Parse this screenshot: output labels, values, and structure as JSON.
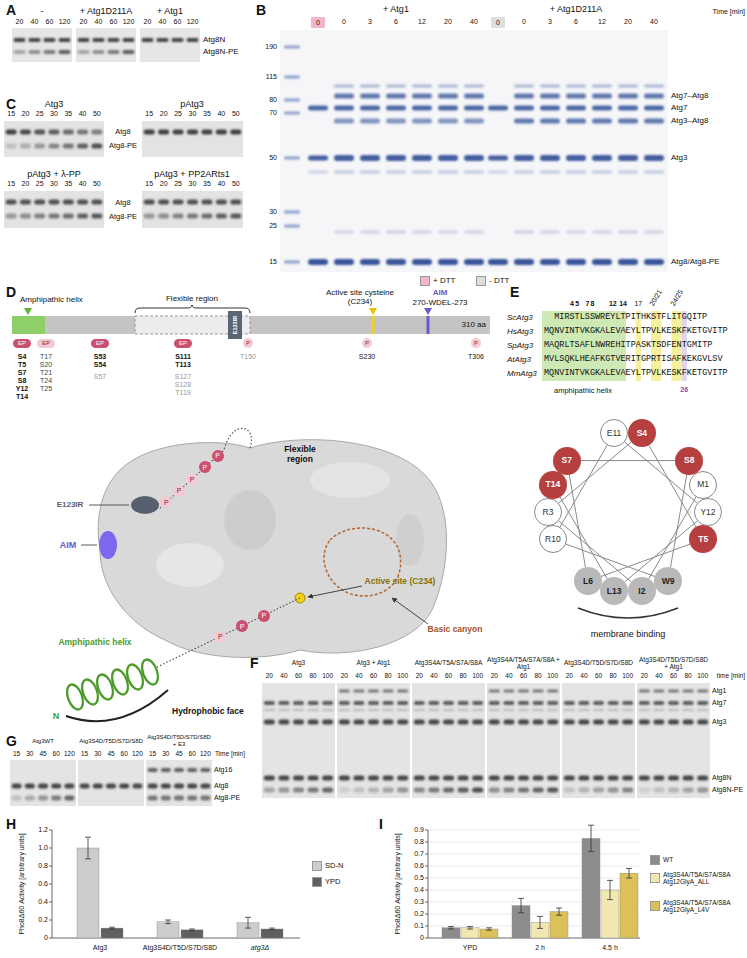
{
  "diagram": {
    "nodes": [
      {
        "text": [
          "0"
        ]
      },
      {
        "text": [
          "0"
        ]
      },
      {
        "text": [
          "EP"
        ]
      },
      {
        "text": [
          "EP"
        ]
      },
      {
        "text": [
          "EP"
        ]
      },
      {
        "text": [
          "EP"
        ]
      },
      {
        "text": [
          "P"
        ]
      },
      {
        "text": [
          "P"
        ]
      },
      {
        "text": [
          "P"
        ]
      },
      {
        "text": [
          "P"
        ]
      },
      {
        "text": [
          "P"
        ]
      },
      {
        "text": [
          "P"
        ]
      },
      {
        "text": [
          "P"
        ]
      },
      {
        "text": [
          "P"
        ]
      },
      {
        "text": [
          "P"
        ]
      },
      {
        "text": [
          "P"
        ]
      },
      {
        "text": [
          "P"
        ]
      },
      {
        "text": [
          "M1"
        ]
      },
      {
        "text": [
          "I2"
        ]
      },
      {
        "text": [
          "R3"
        ]
      },
      {
        "text": [
          "S4"
        ]
      },
      {
        "text": [
          "T5"
        ]
      },
      {
        "text": [
          "L6"
        ]
      },
      {
        "text": [
          "S7"
        ]
      },
      {
        "text": [
          "S8"
        ]
      },
      {
        "text": [
          "W9"
        ]
      },
      {
        "text": [
          "R10"
        ]
      },
      {
        "text": [
          "E11"
        ]
      },
      {
        "text": [
          "Y12"
        ]
      },
      {
        "text": [
          "L13"
        ]
      },
      {
        "text": [
          "T14"
        ]
      }
    ],
    "edges": [
      {
        "from": 17,
        "to": 18,
        "arrow": "none"
      },
      {
        "from": 18,
        "to": 19,
        "arrow": "none"
      },
      {
        "from": 19,
        "to": 20,
        "arrow": "none"
      },
      {
        "from": 20,
        "to": 21,
        "arrow": "none"
      },
      {
        "from": 21,
        "to": 22,
        "arrow": "none"
      },
      {
        "from": 22,
        "to": 23,
        "arrow": "none"
      },
      {
        "from": 23,
        "to": 24,
        "arrow": "none"
      },
      {
        "from": 24,
        "to": 25,
        "arrow": "none"
      },
      {
        "from": 25,
        "to": 26,
        "arrow": "none"
      },
      {
        "from": 26,
        "to": 27,
        "arrow": "none"
      },
      {
        "from": 27,
        "to": 28,
        "arrow": "none"
      },
      {
        "from": 28,
        "to": 29,
        "arrow": "none"
      },
      {
        "from": 29,
        "to": 30,
        "arrow": "none"
      }
    ],
    "labels": [
      "A",
      "-",
      "+ Atg1D211A",
      "+ Atg1",
      "20",
      "40",
      "60",
      "120",
      "20",
      "40",
      "60",
      "120",
      "20",
      "40",
      "60",
      "120",
      "Atg8N",
      "Atg8N-PE",
      "B",
      "+ Atg1",
      "+ Atg1D211A",
      "Time [min]",
      "0",
      "3",
      "6",
      "12",
      "20",
      "40",
      "0",
      "3",
      "6",
      "12",
      "20",
      "40",
      "190",
      "115",
      "80",
      "70",
      "50",
      "30",
      "25",
      "15",
      "Atg7–Atg8",
      "Atg7",
      "Atg3–Atg8",
      "Atg3",
      "Atg8/Atg8-PE",
      "C",
      "Atg3",
      "pAtg3",
      "15",
      "20",
      "25",
      "30",
      "35",
      "40",
      "50",
      "15",
      "20",
      "25",
      "30",
      "35",
      "40",
      "50",
      "Atg8",
      "Atg8-PE",
      "pAtg3 + λ-PP",
      "pAtg3 + PP2ARts1",
      "15",
      "20",
      "25",
      "30",
      "35",
      "40",
      "50",
      "15",
      "20",
      "25",
      "30",
      "35",
      "40",
      "50",
      "Atg8",
      "Atg8-PE",
      "D",
      "Amphipathic helix",
      "Flexible region",
      "Active site cysteine (C234)",
      "AIM",
      "270-WDEL-273",
      "E123IR",
      "310 aa",
      "S4 T5 S7 S8 Y12 T14",
      "T17 S20 T21 T24 T25",
      "S53 S54",
      "S57",
      "S111 T113",
      "S127 S128 T119",
      "T150",
      "S230",
      "T306",
      "Flexible region",
      "E123IR",
      "AIM",
      "Active site (C234)",
      "Basic canyon",
      "Amphipathic helix",
      "N",
      "Hydrophobic face",
      "E",
      "4",
      "5",
      "7",
      "8",
      "12",
      "14",
      "17",
      "20/21",
      "24/25",
      "ScAtg3",
      "MIRSTLSSWREYLTPITHKSTFLITGQITP",
      "HsAtg3",
      "MQNVINTVKGKALEVAEYLTPVLKESKFKETGVITP",
      "SpAtg3",
      "MAQRLTSAFLNWREHITPASKTSDFENTGMITP",
      "AtAtg3",
      "MVLSQKLHEAFKGTVERITGPRTISAFKEKGVLSV",
      "MmAtg3",
      "MQNVINTVKGKALEVAEYLTPVLKESKFKETGVITP",
      "26",
      "amphipathic helix",
      "membrane binding",
      "F",
      "Atg3",
      "Atg3 + Atg1",
      "Atg3S4A/T5A/S7A/S8A",
      "Atg3S4A/T5A/S7A/S8A + Atg1",
      "Atg3S4D/T5D/S7D/S8D",
      "Atg3S4D/T5D/S7D/S8D + Atg1",
      "time [min]",
      "20",
      "40",
      "60",
      "80",
      "100",
      "20",
      "40",
      "60",
      "80",
      "100",
      "20",
      "40",
      "60",
      "80",
      "100",
      "20",
      "40",
      "60",
      "80",
      "100",
      "20",
      "40",
      "60",
      "80",
      "100",
      "20",
      "40",
      "60",
      "80",
      "100",
      "Atg1",
      "Atg7",
      "Atg3",
      "Atg8N",
      "Atg8N-PE",
      "G",
      "Atg3WT",
      "Atg3S4D/T5D/S7D/S8D",
      "Atg3S4D/T5D/S7D/S8D + E3",
      "Time [min]",
      "15",
      "30",
      "45",
      "60",
      "120",
      "15",
      "30",
      "45",
      "60",
      "120",
      "15",
      "30",
      "45",
      "60",
      "120",
      "Atg16",
      "Atg8",
      "Atg8-PE",
      "H",
      "0",
      "0.2",
      "0.4",
      "0.6",
      "0.8",
      "1.0",
      "1.2",
      "Pho8Δ60 Activity [arbitrary units]",
      "Atg3",
      "Atg3S4D/T5D/S7D/S8D",
      "atg3Δ",
      "I",
      "0",
      "0.1",
      "0.2",
      "0.3",
      "0.4",
      "0.5",
      "0.6",
      "0.7",
      "0.8",
      "0.9",
      "Pho8Δ60 Activity [arbitrary units]",
      "YPD",
      "2 h",
      "4.5 h"
    ],
    "legend": [
      {
        "text": "+ DTT",
        "color": "#f2b6c8"
      },
      {
        "text": "- DTT",
        "color": "#dedede"
      },
      {
        "text": "SD-N",
        "color": "#cccccc"
      },
      {
        "text": "YPD",
        "color": "#5f5f5f"
      },
      {
        "text": "WT",
        "color": "#8c8c8c"
      },
      {
        "text": "Atg3S4A/T5A/S7A/S8A Atg12GlyA_ALL",
        "color": "#f1e7b0"
      },
      {
        "text": "Atg3S4A/T5A/S7A/S8A Atg12GlyA_L4V",
        "color": "#dcc15a"
      }
    ]
  }
}
